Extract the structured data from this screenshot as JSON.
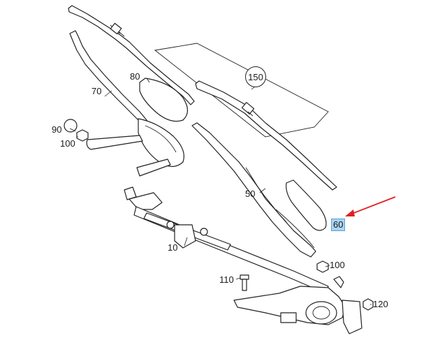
{
  "diagram": {
    "callouts": [
      {
        "id": "150",
        "text": "150",
        "style": "circled"
      },
      {
        "id": "80",
        "text": "80",
        "style": "plain"
      },
      {
        "id": "70",
        "text": "70",
        "style": "plain"
      },
      {
        "id": "90",
        "text": "90",
        "style": "plain"
      },
      {
        "id": "100a",
        "text": "100",
        "style": "plain"
      },
      {
        "id": "50",
        "text": "50",
        "style": "plain"
      },
      {
        "id": "60",
        "text": "60",
        "style": "highlighted"
      },
      {
        "id": "10",
        "text": "10",
        "style": "plain"
      },
      {
        "id": "100b",
        "text": "100",
        "style": "plain"
      },
      {
        "id": "110",
        "text": "110",
        "style": "plain"
      },
      {
        "id": "120",
        "text": "120",
        "style": "plain"
      }
    ],
    "highlight_color": "#a9d4f2",
    "arrow_color": "#e02020",
    "line_color": "#222222"
  }
}
